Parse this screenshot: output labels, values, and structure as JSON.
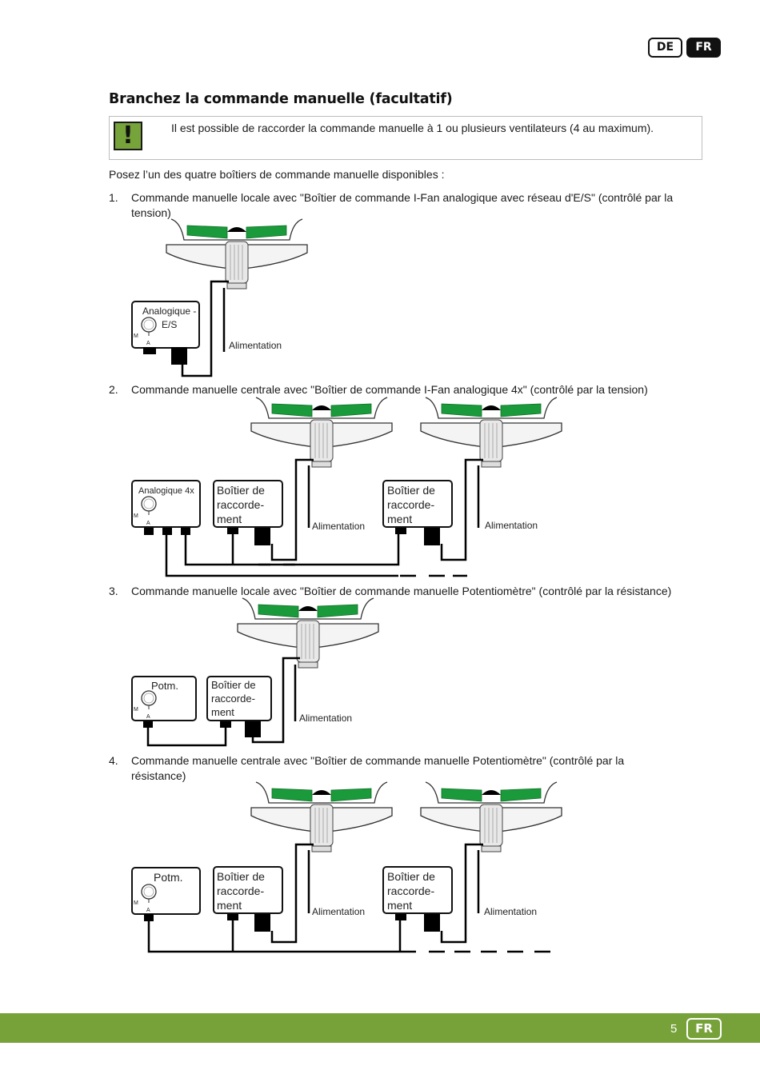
{
  "header": {
    "lang_de": "DE",
    "lang_fr": "FR"
  },
  "title": "Branchez la commande manuelle (facultatif)",
  "note": {
    "icon": "!",
    "text": "Il est possible de raccorder la commande manuelle à 1 ou plusieurs ventilateurs (4 au maximum)."
  },
  "intro": "Posez l’un des quatre boîtiers de commande manuelle disponibles :",
  "items": [
    {
      "num": "1.",
      "text": "Commande manuelle locale avec \"Boîtier de commande I-Fan analogique avec réseau d'E/S\" (contrôlé par la tension)"
    },
    {
      "num": "2.",
      "text": "Commande manuelle centrale avec \"Boîtier de commande I-Fan analogique 4x\" (contrôlé par la tension)"
    },
    {
      "num": "3.",
      "text": "Commande manuelle locale avec \"Boîtier de commande manuelle Potentiomètre\" (contrôlé par la résistance)"
    },
    {
      "num": "4.",
      "text": "Commande manuelle centrale avec \"Boîtier de commande manuelle Potentiomètre\" (contrôlé par la résistance)"
    }
  ],
  "diagram": {
    "analog_io_line1": "Analogique -",
    "analog_io_line2": "E/S",
    "analog_4x": "Analogique 4x",
    "potm": "Potm.",
    "knob_m": "M",
    "knob_a": "A",
    "junction_line1": "Boîtier de",
    "junction_line2": "raccorde-",
    "junction_line3": "ment",
    "power": "Alimentation"
  },
  "footer": {
    "page": "5",
    "lang": "FR"
  },
  "colors": {
    "accent_green": "#77a23a",
    "blade_green": "#1a9a3a"
  }
}
